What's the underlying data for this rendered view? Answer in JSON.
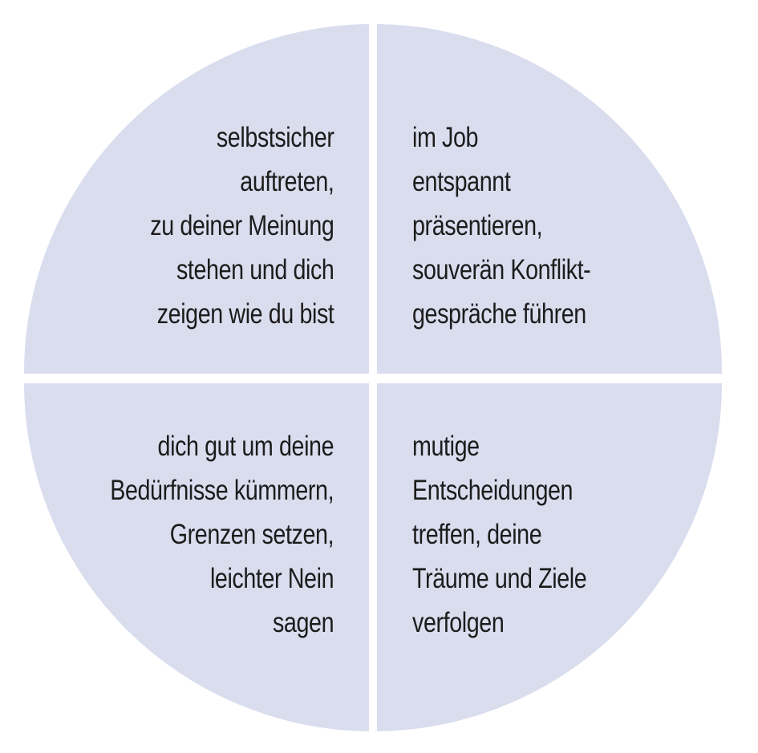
{
  "colors": {
    "quadrant_fill": "#d9ddee",
    "divider": "#ffffff",
    "text": "#1c1c1c"
  },
  "quadrants": {
    "top_left": {
      "lines": [
        "selbstsicher",
        "auftreten,",
        "zu deiner Meinung",
        "stehen und dich",
        "zeigen wie du bist"
      ]
    },
    "top_right": {
      "lines": [
        "im Job",
        "entspannt",
        "präsentieren,",
        "souverän Konflikt-",
        "gespräche führen"
      ]
    },
    "bottom_left": {
      "lines": [
        "dich gut um deine",
        "Bedürfnisse kümmern,",
        "Grenzen setzen,",
        "leichter Nein",
        "sagen"
      ]
    },
    "bottom_right": {
      "lines": [
        "mutige",
        "Entscheidungen",
        "treffen, deine",
        "Träume und Ziele",
        "verfolgen"
      ]
    }
  }
}
